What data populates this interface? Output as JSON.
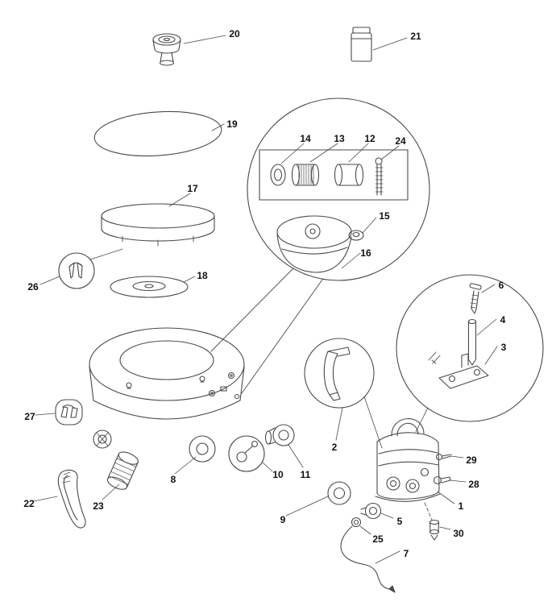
{
  "diagram": {
    "part_labels": [
      "1",
      "2",
      "3",
      "4",
      "5",
      "6",
      "7",
      "8",
      "9",
      "10",
      "11",
      "12",
      "13",
      "14",
      "15",
      "16",
      "17",
      "18",
      "19",
      "20",
      "21",
      "22",
      "23",
      "24",
      "25",
      "26",
      "27",
      "28",
      "29",
      "30"
    ],
    "colors": {
      "line": "#4a4a4a",
      "label": "#111111",
      "background": "#ffffff"
    }
  }
}
